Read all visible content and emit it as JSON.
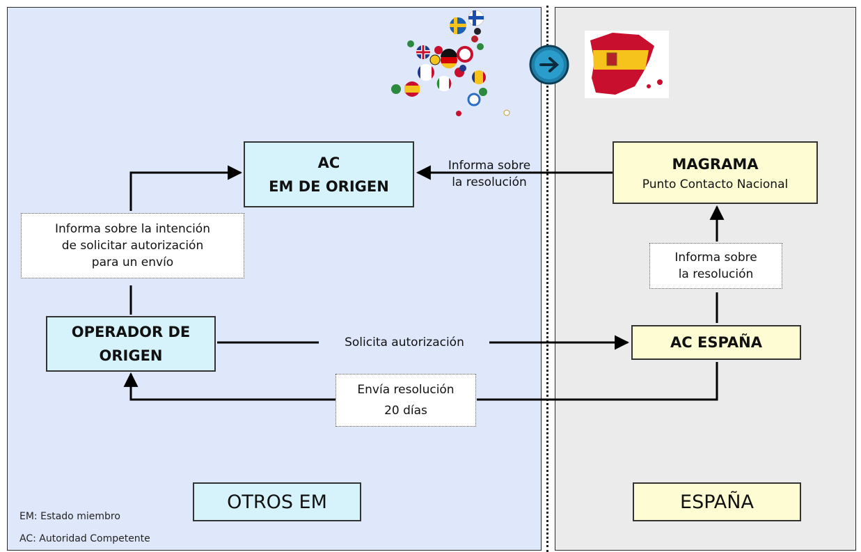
{
  "boxes": {
    "ac_origen": {
      "line1": "AC",
      "line2": "EM DE ORIGEN"
    },
    "magrama": {
      "line1": "MAGRAMA",
      "line2": "Punto Contacto Nacional"
    },
    "operador": {
      "line1": "OPERADOR DE",
      "line2": "ORIGEN"
    },
    "ac_espana": {
      "label": "AC ESPAÑA"
    },
    "otros_em": {
      "label": "OTROS EM"
    },
    "espana": {
      "label": "ESPAÑA"
    }
  },
  "notes": {
    "informa_intencion": {
      "line1": "Informa sobre la intención",
      "line2": "de solicitar autorización",
      "line3": "para un envío"
    },
    "informa_resolucion_right": {
      "line1": "Informa sobre",
      "line2": "la resolución"
    },
    "envia_resolucion": {
      "line1": "Envía resolución",
      "line2": "20 días"
    }
  },
  "arrow_labels": {
    "informa_resolucion_top": {
      "line1": "Informa sobre",
      "line2": "la resolución"
    },
    "solicita": "Solicita autorización"
  },
  "legend": {
    "em": "EM: Estado miembro",
    "ac": "AC: Autoridad Competente"
  },
  "colors": {
    "left_panel": "#dfe7fb",
    "right_panel": "#ebebeb",
    "cyan_box": "#d6f3fb",
    "yellow_box": "#fdfcd2",
    "spain_red": "#c8102e",
    "spain_yellow": "#f6c21c",
    "arrow_button": "#1f7fa8"
  },
  "icons": [
    "eu-flags-map-icon",
    "right-arrow-circle-icon",
    "spain-flag-map-icon"
  ]
}
